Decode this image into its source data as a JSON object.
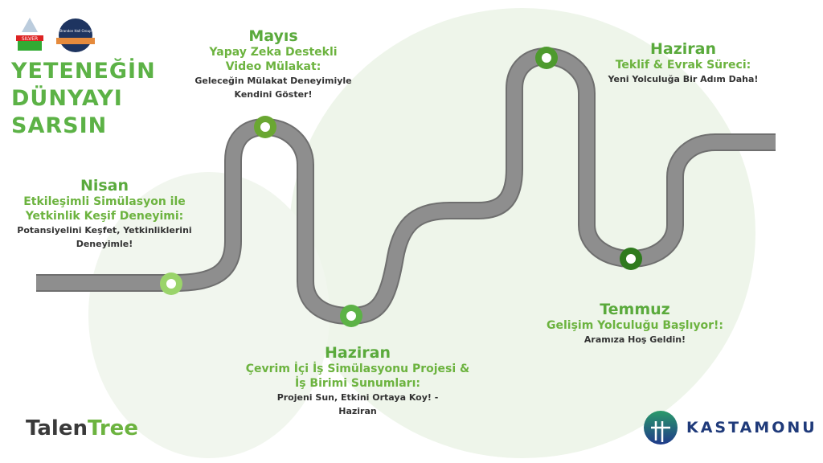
{
  "headline": [
    "YETENEĞİN",
    "DÜNYAYI",
    "SARSIN"
  ],
  "brand": {
    "part1": "Talen",
    "part2": "Tree",
    "company": "KASTAMONU"
  },
  "badges": {
    "silver": "SILVER",
    "brandon_hall": "Brandon Hall Group"
  },
  "milestones": [
    {
      "month": "Nisan",
      "heading": [
        "Etkileşimli Simülasyon ile",
        "Yetkinlik Keşif Deneyimi:"
      ],
      "sub": [
        "Potansiyelini Keşfet, Yetkinliklerini",
        "Deneyimle!"
      ]
    },
    {
      "month": "Mayıs",
      "heading": [
        "Yapay Zeka Destekli",
        "Video Mülakat:"
      ],
      "sub": [
        "Geleceğin Mülakat Deneyimiyle",
        "Kendini Göster!"
      ]
    },
    {
      "month": "Haziran",
      "heading": [
        "Çevrim İçi İş Simülasyonu Projesi &",
        "İş Birimi Sunumları:"
      ],
      "sub": [
        "Projeni Sun, Etkini Ortaya Koy! -",
        "Haziran"
      ]
    },
    {
      "month": "Haziran",
      "heading": [
        "Teklif & Evrak Süreci:"
      ],
      "sub": [
        "Yeni Yolculuğa Bir Adım Daha!"
      ]
    },
    {
      "month": "Temmuz",
      "heading": [
        "Gelişim Yolculuğu Başlıyor!:"
      ],
      "sub": [
        "Aramıza Hoş Geldin!"
      ]
    }
  ],
  "colors": {
    "green": "#6cb33f",
    "road": "#8a8a8a",
    "navy": "#1f3a7a"
  }
}
